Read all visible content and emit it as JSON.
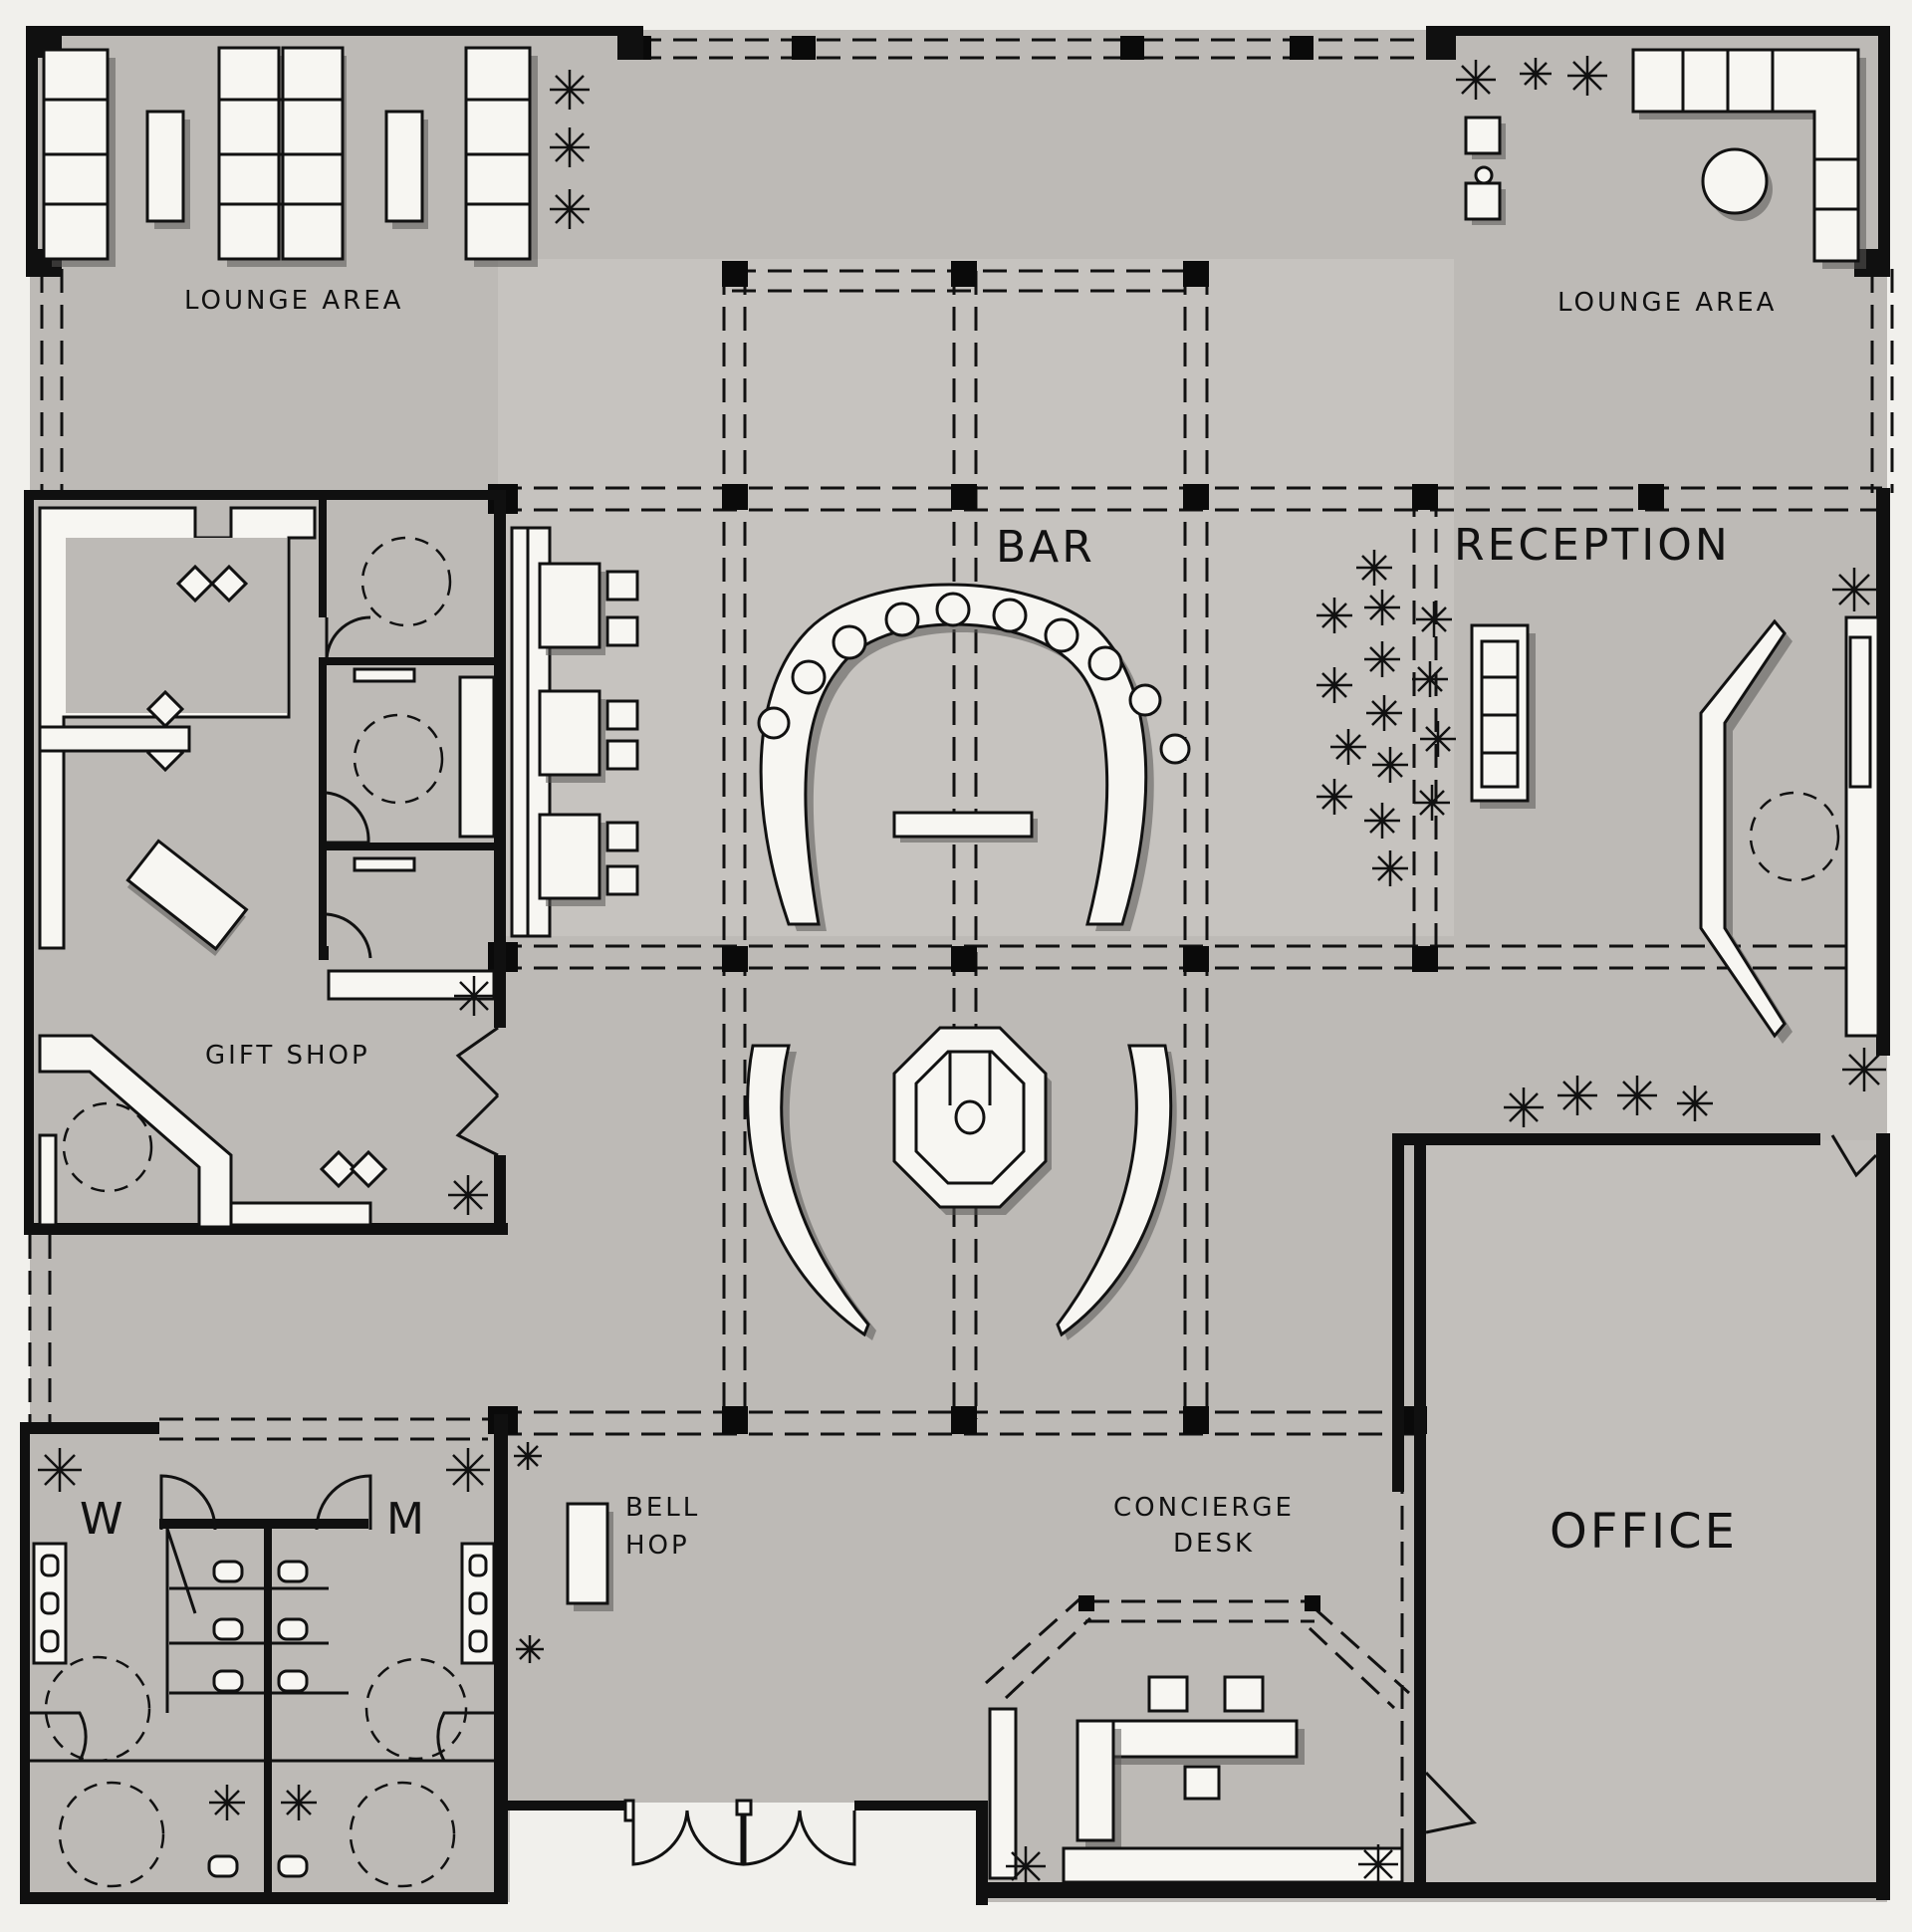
{
  "plan": {
    "rooms": {
      "lounge_left": "LOUNGE AREA",
      "lounge_right": "LOUNGE AREA",
      "bar": "BAR",
      "reception": "RECEPTION",
      "gift_shop": "GIFT SHOP",
      "office": "OFFICE",
      "concierge_line1": "CONCIERGE",
      "concierge_line2": "DESK",
      "bellhop_line1": "BELL",
      "bellhop_line2": "HOP",
      "women": "W",
      "men": "M"
    },
    "colors": {
      "wall": "#101010",
      "floor": "#bdbab6",
      "furniture": "#f7f6f2",
      "paper": "#f1f0ec"
    }
  }
}
